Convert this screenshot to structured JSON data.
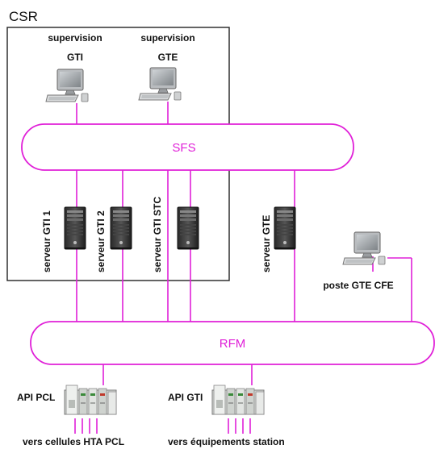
{
  "colors": {
    "bus": "#e020d8",
    "frame": "#222222",
    "text": "#111111"
  },
  "diagram": {
    "zone": "CSR",
    "supervision_gti": [
      "supervision",
      "GTI"
    ],
    "supervision_gte": [
      "supervision",
      "GTE"
    ],
    "bus_top": "SFS",
    "bus_bottom": "RFM",
    "servers": [
      "serveur GTI 1",
      "serveur GTI 2",
      "serveur GTI STC"
    ],
    "server_gte": "serveur GTE",
    "poste_cfe": "poste GTE CFE",
    "api_pcl": "API PCL",
    "api_gti": "API GTI",
    "out_pcl": "vers cellules HTA PCL",
    "out_gti": "vers équipements station"
  },
  "icons": {
    "workstation": "desktop-computer-icon",
    "tower": "server-tower-icon",
    "plc": "plc-rack-icon"
  }
}
